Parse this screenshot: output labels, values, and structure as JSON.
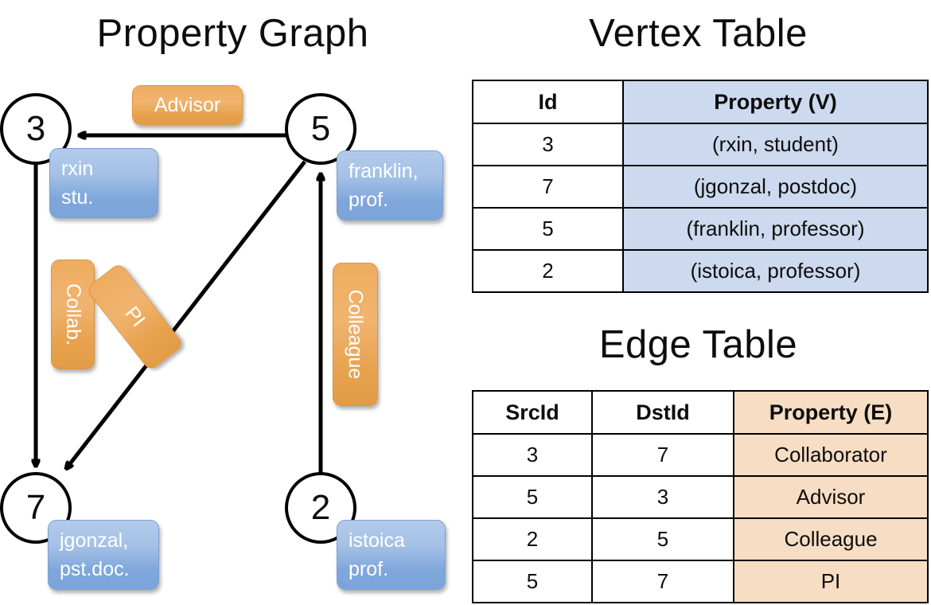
{
  "titles": {
    "property_graph": "Property Graph",
    "vertex_table": "Vertex Table",
    "edge_table": "Edge Table"
  },
  "colors": {
    "vertex_property_fill": "#ccd9ee",
    "edge_property_fill": "#f7ddc3",
    "vertex_box_fill": "#a4c0e6",
    "edge_label_fill": "#eeac5f",
    "node_stroke": "#000000",
    "text": "#0d0d0d"
  },
  "graph": {
    "nodes": [
      {
        "id": "3",
        "property_line1": "rxin",
        "property_line2": "stu."
      },
      {
        "id": "5",
        "property_line1": "franklin,",
        "property_line2": "prof."
      },
      {
        "id": "7",
        "property_line1": "jgonzal,",
        "property_line2": "pst.doc."
      },
      {
        "id": "2",
        "property_line1": "istoica",
        "property_line2": "prof."
      }
    ],
    "edge_labels": [
      {
        "label": "Advisor",
        "orientation": "horizontal"
      },
      {
        "label": "Collab.",
        "orientation": "vertical"
      },
      {
        "label": "PI",
        "orientation": "diagonal"
      },
      {
        "label": "Colleague",
        "orientation": "vertical"
      }
    ],
    "edges": [
      {
        "src": "5",
        "dst": "3",
        "label": "Advisor"
      },
      {
        "src": "3",
        "dst": "7",
        "label": "Collab."
      },
      {
        "src": "5",
        "dst": "7",
        "label": "PI"
      },
      {
        "src": "2",
        "dst": "5",
        "label": "Colleague"
      }
    ]
  },
  "vertex_table": {
    "headers": [
      "Id",
      "Property (V)"
    ],
    "rows": [
      {
        "id": "3",
        "property": "(rxin, student)"
      },
      {
        "id": "7",
        "property": "(jgonzal, postdoc)"
      },
      {
        "id": "5",
        "property": "(franklin, professor)"
      },
      {
        "id": "2",
        "property": "(istoica, professor)"
      }
    ]
  },
  "edge_table": {
    "headers": [
      "SrcId",
      "DstId",
      "Property (E)"
    ],
    "rows": [
      {
        "src": "3",
        "dst": "7",
        "property": "Collaborator"
      },
      {
        "src": "5",
        "dst": "3",
        "property": "Advisor"
      },
      {
        "src": "2",
        "dst": "5",
        "property": "Colleague"
      },
      {
        "src": "5",
        "dst": "7",
        "property": "PI"
      }
    ]
  }
}
